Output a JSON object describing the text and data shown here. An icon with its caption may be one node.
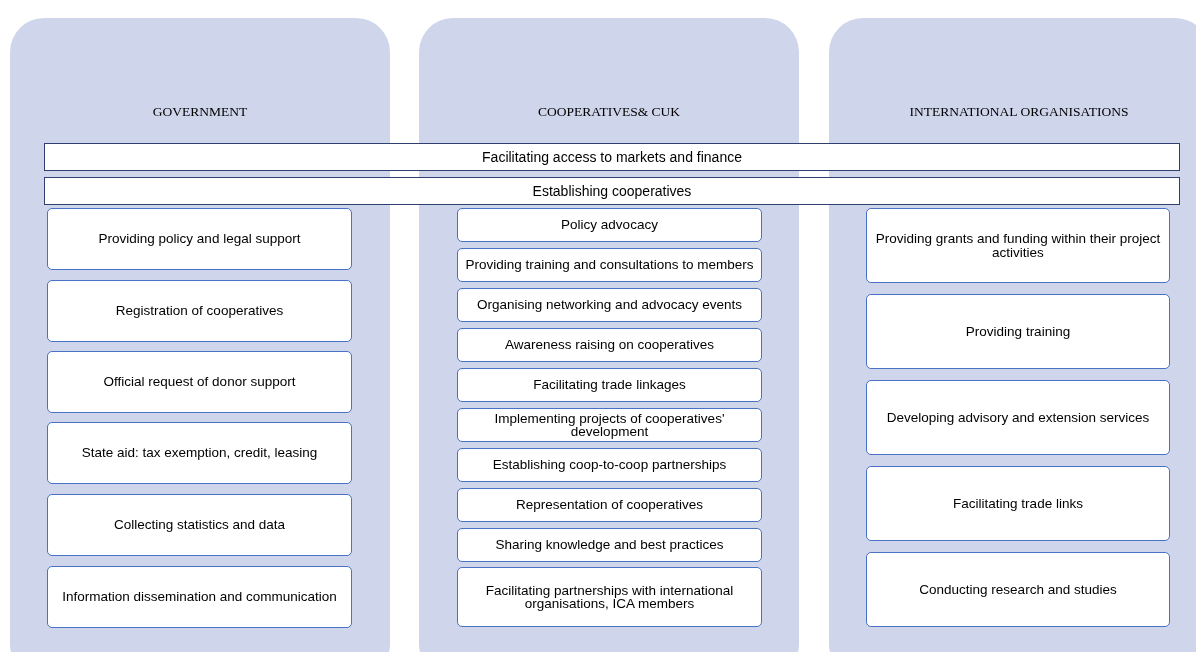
{
  "diagram": {
    "nodes": [
      {
        "text": [
          "GOVERNMENT"
        ]
      },
      {
        "text": [
          "COOPERATIVES& CUK"
        ]
      },
      {
        "text": [
          "INTERNATIONAL ORGANISATIONS"
        ]
      },
      {
        "text": [
          "Facilitating access to markets and finance"
        ]
      },
      {
        "text": [
          "Establishing cooperatives"
        ]
      },
      {
        "text": [
          "Providing policy and legal support"
        ],
        "in": 0
      },
      {
        "text": [
          "Registration of cooperatives"
        ],
        "in": 0
      },
      {
        "text": [
          "Official request of donor support"
        ],
        "in": 0
      },
      {
        "text": [
          "State aid: tax exemption, credit, leasing"
        ],
        "in": 0
      },
      {
        "text": [
          "Collecting statistics and data"
        ],
        "in": 0
      },
      {
        "text": [
          "Information dissemination and communication"
        ],
        "in": 0
      },
      {
        "text": [
          "Policy advocacy"
        ],
        "in": 1
      },
      {
        "text": [
          "Providing training and consultations to members"
        ],
        "in": 1
      },
      {
        "text": [
          "Organising networking and advocacy events"
        ],
        "in": 1
      },
      {
        "text": [
          "Awareness raising on cooperatives"
        ],
        "in": 1
      },
      {
        "text": [
          "Facilitating trade linkages"
        ],
        "in": 1
      },
      {
        "text": [
          "Implementing projects of cooperatives' development"
        ],
        "in": 1
      },
      {
        "text": [
          "Establishing coop-to-coop partnerships"
        ],
        "in": 1
      },
      {
        "text": [
          "Representation of cooperatives"
        ],
        "in": 1
      },
      {
        "text": [
          "Sharing knowledge and best practices"
        ],
        "in": 1
      },
      {
        "text": [
          "Facilitating partnerships with international organisations, ICA members"
        ],
        "in": 1
      },
      {
        "text": [
          "Providing grants and funding within their project activities"
        ],
        "in": 2
      },
      {
        "text": [
          "Providing training"
        ],
        "in": 2
      },
      {
        "text": [
          "Developing advisory and extension services"
        ],
        "in": 2
      },
      {
        "text": [
          "Facilitating trade links"
        ],
        "in": 2
      },
      {
        "text": [
          "Conducting research and studies"
        ],
        "in": 2
      }
    ],
    "edges": []
  }
}
